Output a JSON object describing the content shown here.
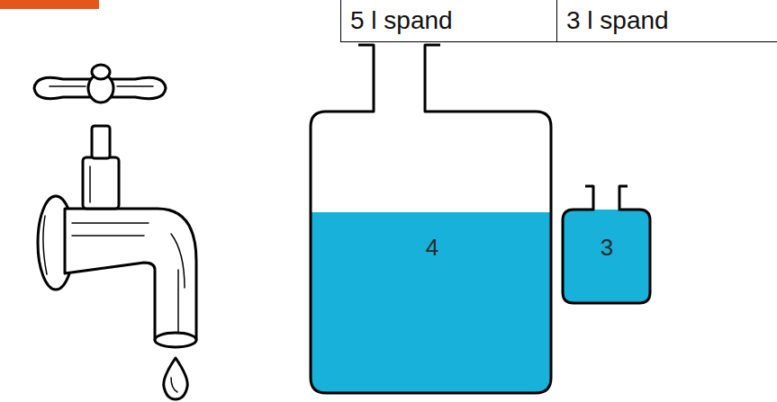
{
  "diagram": {
    "nodes": [
      {
        "text": [
          "5 l spand"
        ]
      },
      {
        "text": [
          "3 l spand"
        ]
      },
      {
        "text": [
          "4"
        ]
      },
      {
        "text": [
          "3"
        ]
      }
    ]
  }
}
